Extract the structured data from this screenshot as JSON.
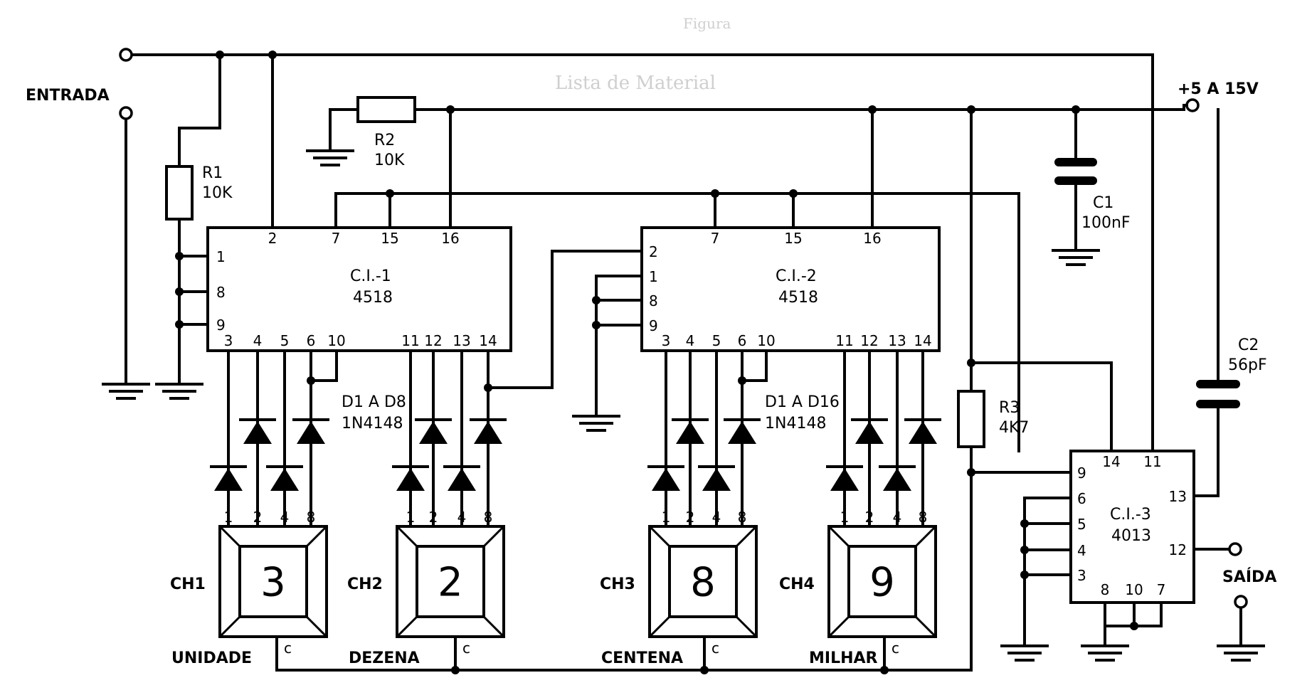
{
  "labels": {
    "entrada": "ENTRADA",
    "supply": "+5 A 15V",
    "saida": "SAÍDA",
    "r1_name": "R1",
    "r1_value": "10K",
    "r2_name": "R2",
    "r2_value": "10K",
    "r3_name": "R3",
    "r3_value": "4K7",
    "c1_name": "C1",
    "c1_value": "100nF",
    "c2_name": "C2",
    "c2_value": "56pF",
    "ic1_name": "C.I.-1",
    "ic1_type": "4518",
    "ic2_name": "C.I.-2",
    "ic2_type": "4518",
    "ic3_name": "C.I.-3",
    "ic3_type": "4013",
    "diodes_a": "D1 A D8",
    "diodes_a_type": "1N4148",
    "diodes_b": "D1 A D16",
    "diodes_b_type": "1N4148",
    "common": "c"
  },
  "switches": [
    {
      "ch": "CH1",
      "digit": "3",
      "place": "UNIDADE"
    },
    {
      "ch": "CH2",
      "digit": "2",
      "place": "DEZENA"
    },
    {
      "ch": "CH3",
      "digit": "8",
      "place": "CENTENA"
    },
    {
      "ch": "CH4",
      "digit": "9",
      "place": "MILHAR"
    }
  ],
  "switch_pins": [
    "1",
    "2",
    "4",
    "8"
  ],
  "ic1_pins": {
    "top": [
      "2",
      "7",
      "15",
      "16"
    ],
    "left": [
      "1",
      "8",
      "9"
    ],
    "bottom": [
      "3",
      "4",
      "5",
      "6",
      "10",
      "11",
      "12",
      "13",
      "14"
    ]
  },
  "ic2_pins": {
    "top": [
      "7",
      "15",
      "16"
    ],
    "left": [
      "2",
      "1",
      "8",
      "9"
    ],
    "bottom": [
      "3",
      "4",
      "5",
      "6",
      "10",
      "11",
      "12",
      "13",
      "14"
    ]
  },
  "ic3_pins": {
    "top": [
      "14",
      "11"
    ],
    "left": [
      "9",
      "6",
      "5",
      "4",
      "3"
    ],
    "right": [
      "13",
      "12"
    ],
    "bottom": [
      "8",
      "10",
      "7"
    ]
  },
  "background_text": {
    "figure": "Figura",
    "list_title": "Lista de Material"
  }
}
